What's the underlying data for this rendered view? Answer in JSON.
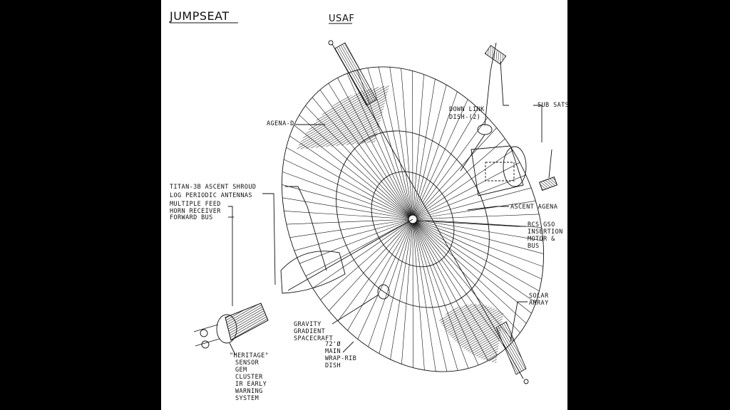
{
  "diagram": {
    "title": "JUMPSEAT",
    "agency": "USAF",
    "labels": {
      "sub_sats": "SUB SATS",
      "downlink_1": "DOWN LINK",
      "downlink_2": "DISH-(2)",
      "agena_d": "AGENA-D",
      "titan": "TITAN-3B ASCENT SHROUD",
      "log_periodic": "LOG PERIODIC ANTENNAS",
      "feed_1": "MULTIPLE FEED",
      "feed_2": "HORN RECEIVER",
      "forward_bus": "FORWARD BUS",
      "ascent_agena": "ASCENT AGENA",
      "rcs_1": "RCS GSO",
      "rcs_2": "INSERTION",
      "rcs_3": "MOTOR &",
      "rcs_4": "BUS",
      "solar_1": "SOLAR",
      "solar_2": "ARRAY",
      "gravity_1": "GRAVITY",
      "gravity_2": "GRADIENT",
      "gravity_3": "SPACECRAFT",
      "dish_1": "72'Ø",
      "dish_2": "MAIN",
      "dish_3": "WRAP-RIB",
      "dish_4": "DISH",
      "heritage_1": "\"HERITAGE\"",
      "heritage_2": "SENSOR",
      "heritage_3": "GEM",
      "heritage_4": "CLUSTER",
      "heritage_5": "IR EARLY",
      "heritage_6": "WARNING",
      "heritage_7": "SYSTEM"
    }
  }
}
